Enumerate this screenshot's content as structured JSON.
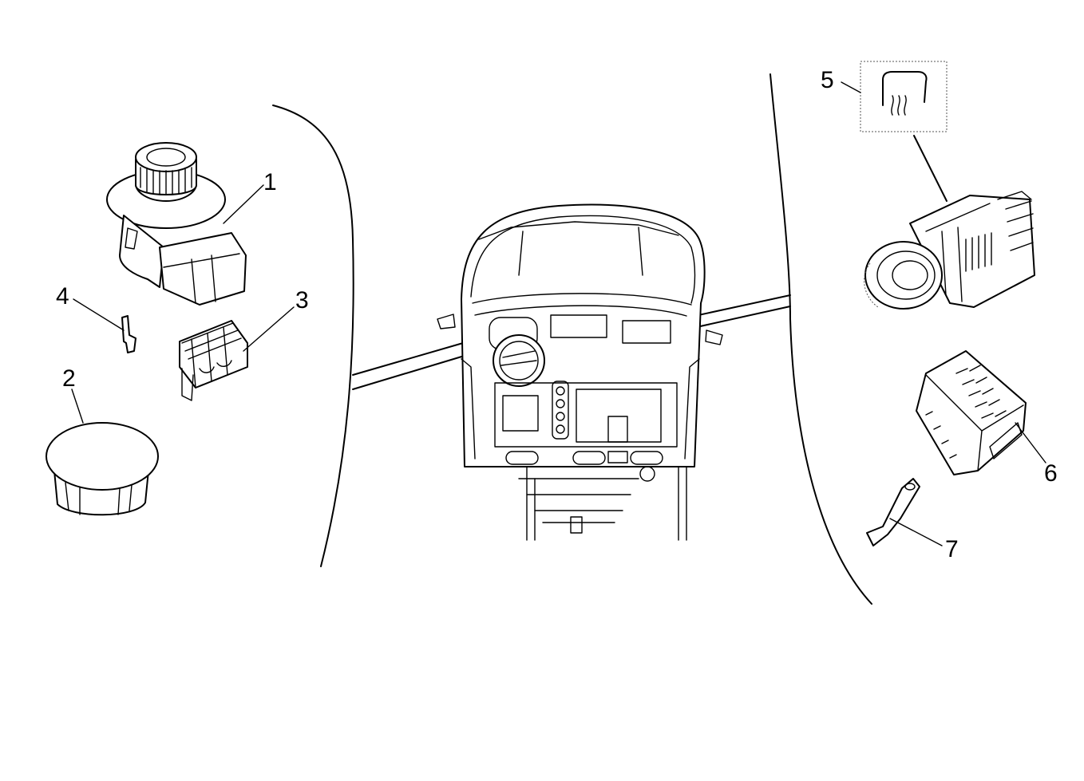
{
  "diagram": {
    "callouts": [
      "1",
      "2",
      "3",
      "4",
      "5",
      "6",
      "7"
    ],
    "icons": {
      "part_1": "mirror-adjust-switch-icon",
      "part_2": "blanking-cap-icon",
      "part_3": "connector-housing-icon",
      "part_4": "terminal-pin-icon",
      "part_5": "rear-defrost-symbol-icon",
      "part_6": "multi-pin-connector-icon",
      "part_7": "terminal-clip-icon",
      "center": "dashboard-console-icon"
    }
  }
}
